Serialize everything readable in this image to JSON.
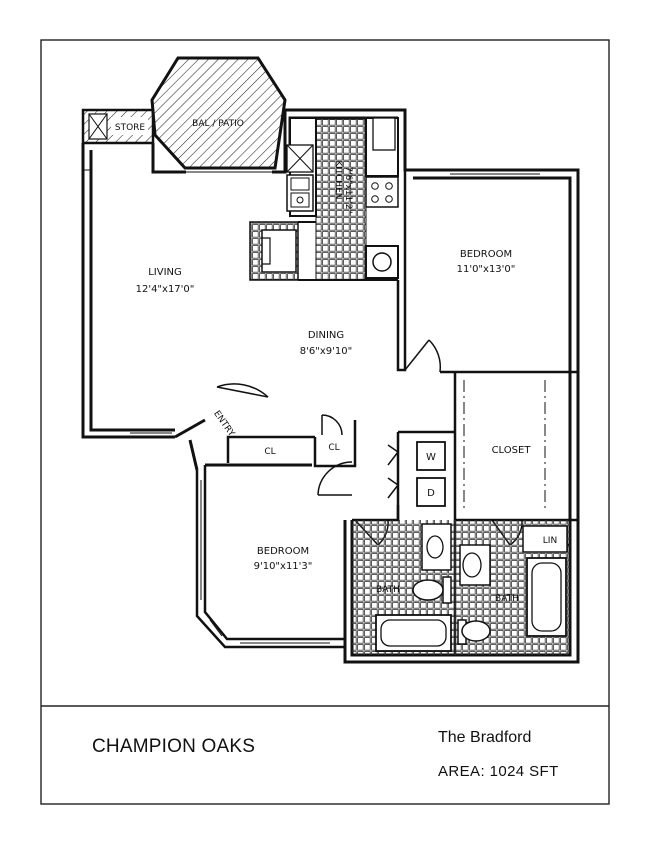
{
  "rooms": {
    "balcony": "BAL / PATIO",
    "storage": "STORE",
    "kitchen_name": "KITCHEN",
    "kitchen_size": "7'6\"x11'2\"",
    "living_name": "LIVING",
    "living_size": "12'4\"x17'0\"",
    "dining_name": "DINING",
    "dining_size": "8'6\"x9'10\"",
    "master_bedroom_name": "BEDROOM",
    "master_bedroom_size": "11'0\"x13'0\"",
    "entry": "ENTRY",
    "closet_small_1": "CL",
    "closet_small_2": "CL",
    "walkin_closet": "CLOSET",
    "washer": "W",
    "dryer": "D",
    "linen": "LIN",
    "bedroom_2_name": "BEDROOM",
    "bedroom_2_size": "9'10\"x11'3\"",
    "bath_1": "BATH",
    "bath_2": "BATH"
  },
  "footer": {
    "project": "CHAMPION OAKS",
    "plan": "The Bradford",
    "area": "AREA: 1024 SFT"
  }
}
